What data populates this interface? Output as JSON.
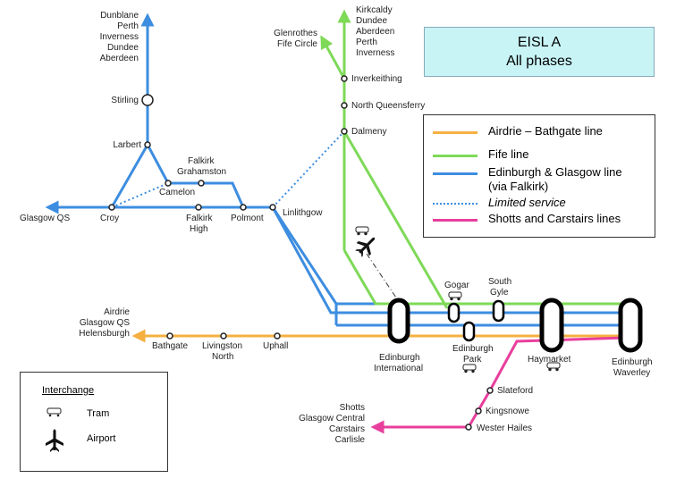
{
  "title": {
    "line1": "EISL A",
    "line2": "All phases"
  },
  "legend": {
    "items": [
      {
        "label": "Airdrie – Bathgate line",
        "color": "#f5b041",
        "style": "solid"
      },
      {
        "label": "Fife line",
        "color": "#7ed957",
        "style": "solid"
      },
      {
        "label": "Edinburgh & Glasgow line (via Falkirk)",
        "color": "#3d8de0",
        "style": "solid"
      },
      {
        "label": "Limited service",
        "color": "#3d8de0",
        "style": "dotted"
      },
      {
        "label": "Shotts and Carstairs lines",
        "color": "#e83e9c",
        "style": "solid"
      }
    ]
  },
  "interchange": {
    "heading": "Interchange",
    "tram": "Tram",
    "airport": "Airport"
  },
  "destinations": {
    "north": [
      "Dunblane",
      "Perth",
      "Inverness",
      "Dundee",
      "Aberdeen"
    ],
    "fife_north": [
      "Kirkcaldy",
      "Dundee",
      "Aberdeen",
      "Perth",
      "Inverness"
    ],
    "glenrothes": [
      "Glenrothes",
      "Fife Circle"
    ],
    "west_airdrie": [
      "Airdrie",
      "Glasgow QS",
      "Helensburgh"
    ],
    "southwest": [
      "Shotts",
      "Glasgow Central",
      "Carstairs",
      "Carlisle"
    ],
    "glasgow": [
      "Glasgow QS"
    ]
  },
  "stations": {
    "stirling": "Stirling",
    "larbert": "Larbert",
    "falkirk_grahamston": [
      "Falkirk",
      "Grahamston"
    ],
    "camelon": "Camelon",
    "croy": "Croy",
    "falkirk_high": [
      "Falkirk",
      "High"
    ],
    "polmont": "Polmont",
    "linlithgow": "Linlithgow",
    "inverkeithing": "Inverkeithing",
    "north_queensferry": "North Queensferry",
    "dalmeny": "Dalmeny",
    "gogar": "Gogar",
    "south_gyle": [
      "South",
      "Gyle"
    ],
    "edinburgh_international": [
      "Edinburgh",
      "International"
    ],
    "edinburgh_park": [
      "Edinburgh",
      "Park"
    ],
    "haymarket": "Haymarket",
    "edinburgh_waverley": [
      "Edinburgh",
      "Waverley"
    ],
    "bathgate": "Bathgate",
    "livingston_north": [
      "Livingston",
      "North"
    ],
    "uphall": "Uphall",
    "slateford": "Slateford",
    "kingsknowe": "Kingsnowe",
    "wester_hailes": "Wester Hailes"
  }
}
